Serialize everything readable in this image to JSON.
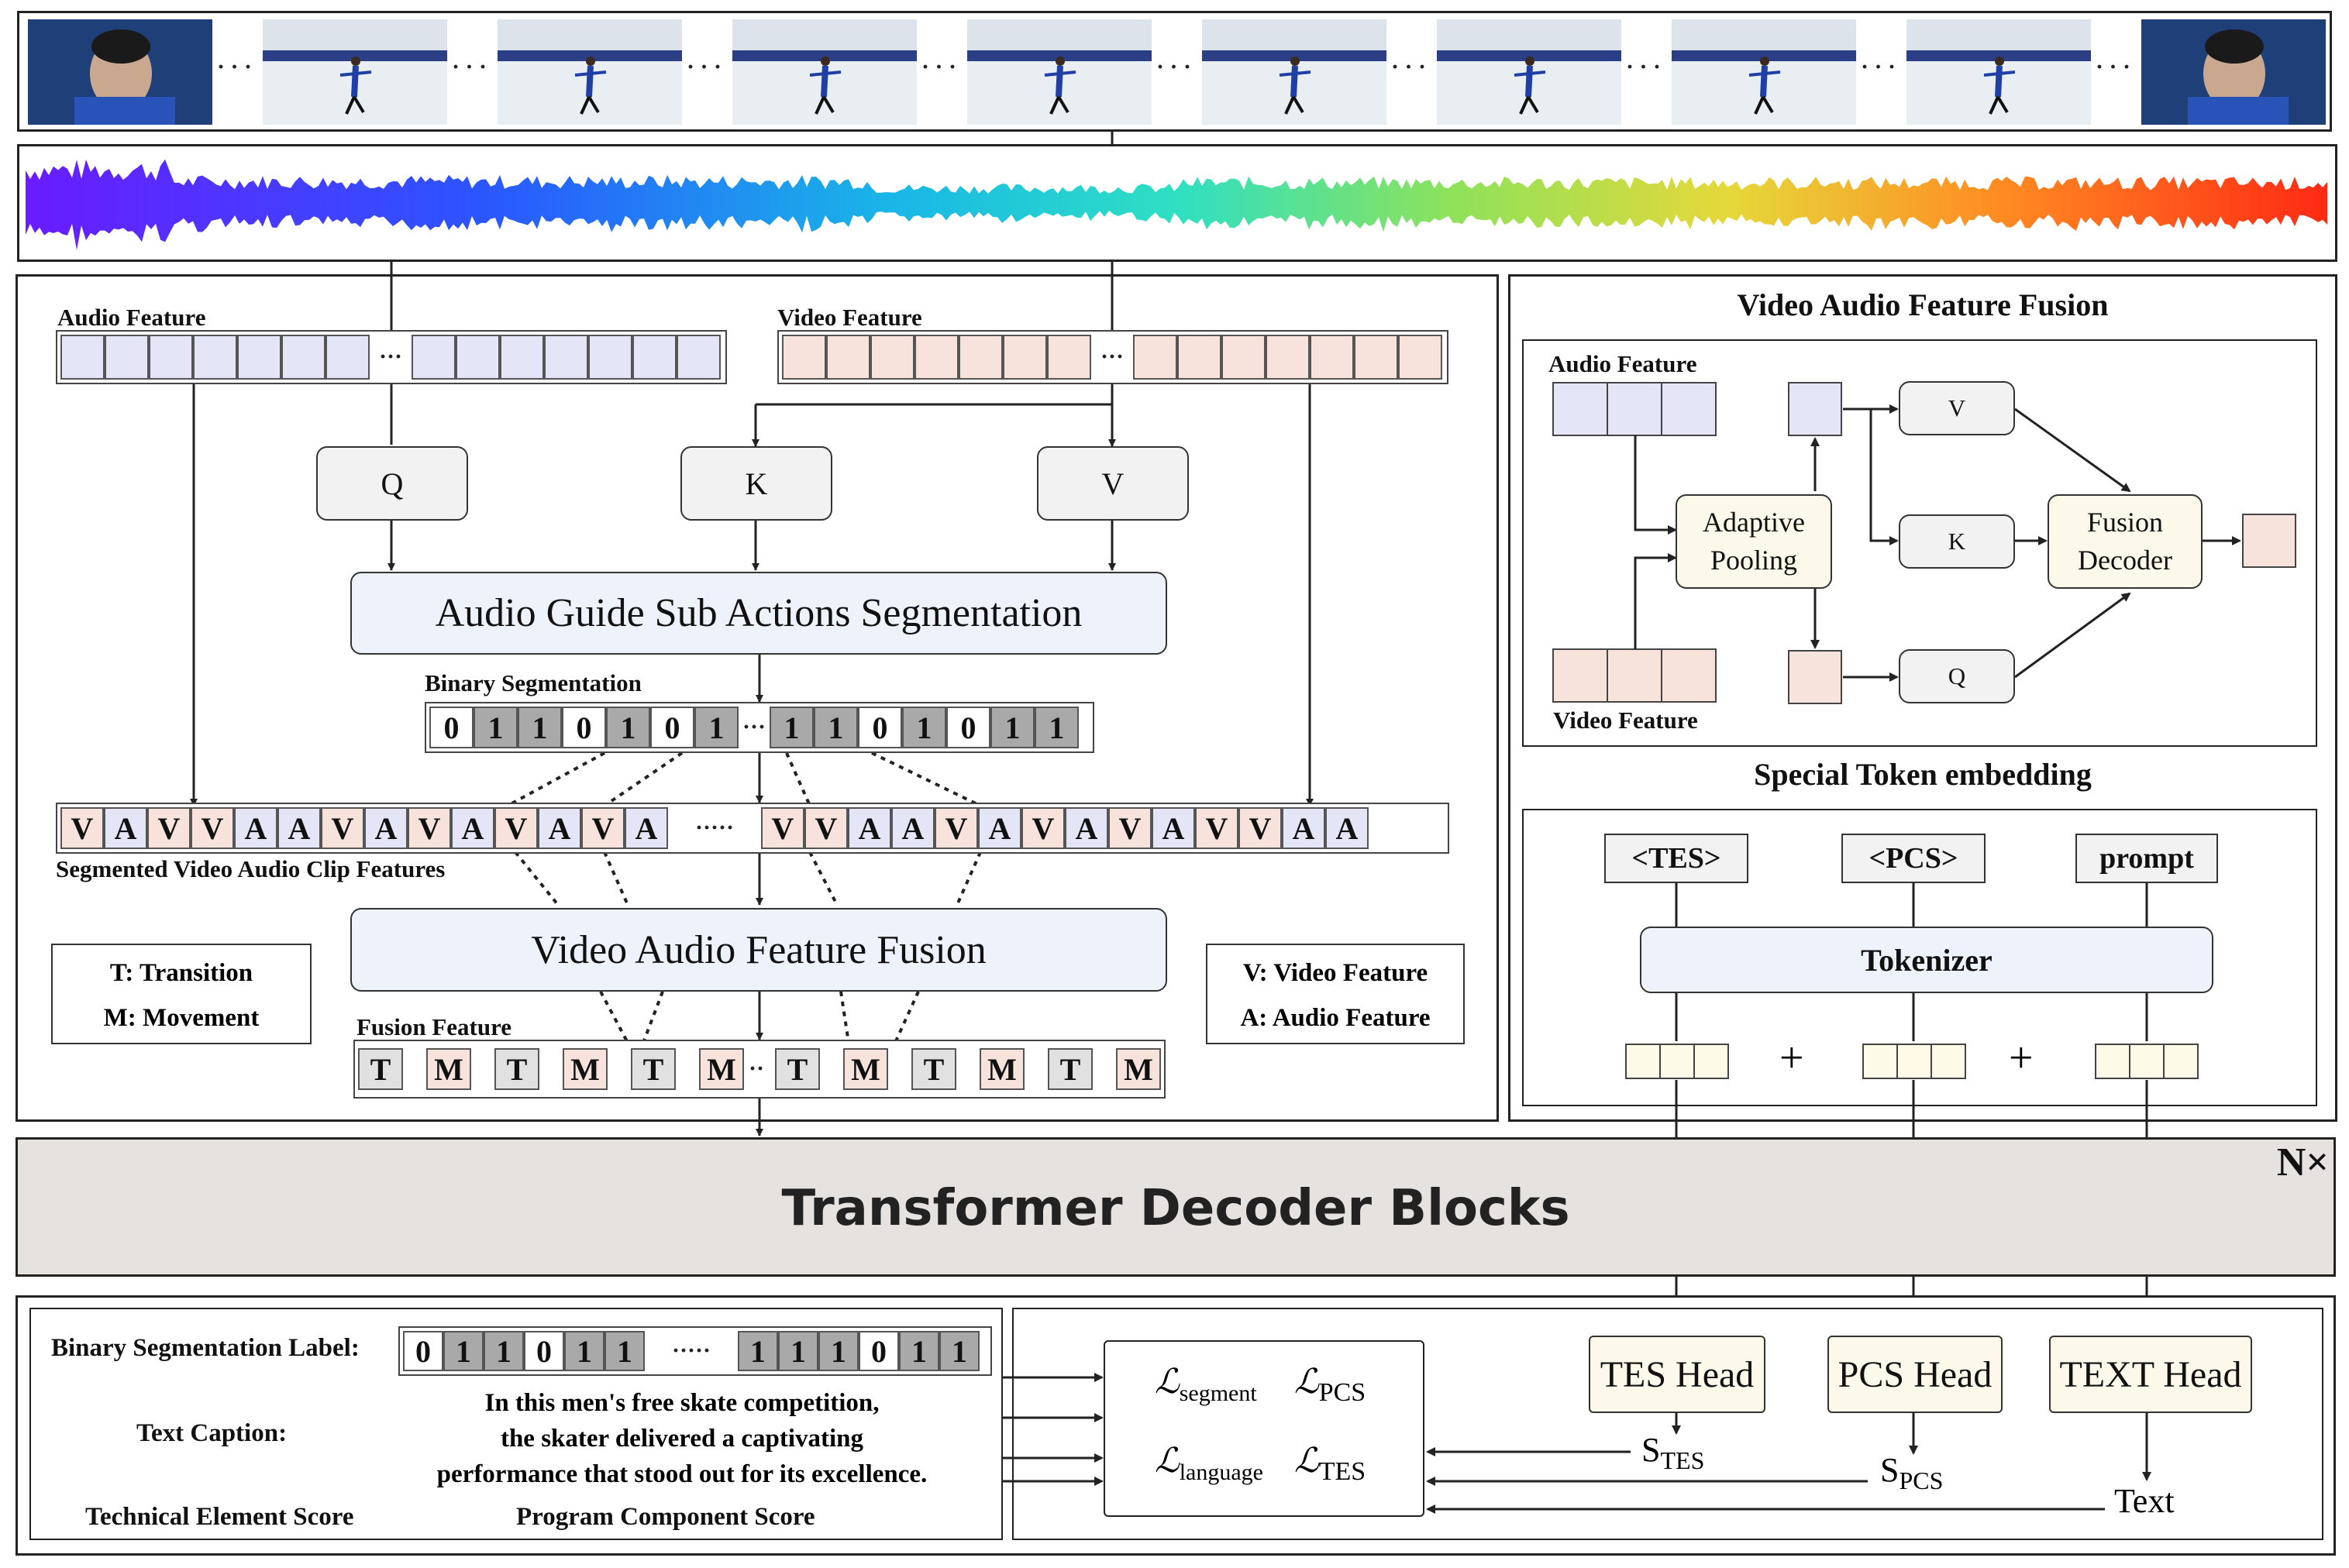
{
  "video_frames": {
    "count": 10
  },
  "audio_panel": {
    "title": "Audio Feature",
    "video_title": "Video Feature",
    "q": "Q",
    "k": "K",
    "v": "V",
    "seg_block": "Audio Guide Sub Actions Segmentation",
    "binary_seg_title": "Binary Segmentation",
    "binary_left": [
      "0",
      "1",
      "1",
      "0",
      "1",
      "0",
      "1"
    ],
    "binary_right": [
      "1",
      "1",
      "0",
      "1",
      "0",
      "1",
      "1"
    ],
    "clip_tokens_left": [
      "V",
      "A",
      "V",
      "V",
      "A",
      "A",
      "V",
      "A",
      "V",
      "A",
      "V",
      "A",
      "V",
      "A"
    ],
    "clip_tokens_right": [
      "V",
      "V",
      "A",
      "A",
      "V",
      "A",
      "V",
      "A",
      "V",
      "A",
      "V",
      "V",
      "A",
      "A"
    ],
    "clip_dots": "·····",
    "clip_title": "Segmented Video Audio Clip Features",
    "fusion_block": "Video Audio Feature Fusion",
    "fusion_title": "Fusion Feature",
    "fusion_left": [
      "T",
      "M",
      "T",
      "M",
      "T",
      "M"
    ],
    "fusion_right": [
      "T",
      "M",
      "T",
      "M",
      "T",
      "M"
    ],
    "legend_left": [
      "T: Transition",
      "M: Movement"
    ],
    "legend_right": [
      "V: Video Feature",
      "A: Audio Feature"
    ]
  },
  "fusion_panel": {
    "title": "Video Audio Feature Fusion",
    "audio_label": "Audio Feature",
    "video_label": "Video Feature",
    "pooling": "Adaptive Pooling",
    "v": "V",
    "k": "K",
    "q": "Q",
    "decoder": "Fusion Decoder"
  },
  "token_panel": {
    "title": "Special Token embedding",
    "tes": "<TES>",
    "pcs": "<PCS>",
    "prompt": "prompt",
    "tokenizer": "Tokenizer",
    "plus": "+"
  },
  "decoder": {
    "title": "Transformer Decoder Blocks",
    "repeat": "N×"
  },
  "bottom": {
    "binary_label": "Binary Segmentation Label:",
    "binary_left": [
      "0",
      "1",
      "1",
      "0",
      "1",
      "1"
    ],
    "binary_right": [
      "1",
      "1",
      "1",
      "0",
      "1",
      "1"
    ],
    "binary_dots": "·····",
    "caption_label": "Text Caption:",
    "caption_lines": [
      "In this men's free skate competition,",
      "the skater delivered a captivating",
      "performance that stood out for its excellence."
    ],
    "tes_label": "Technical Element Score",
    "pcs_label": "Program Component Score",
    "loss_seg_sub": "segment",
    "loss_pcs_sub": "PCS",
    "loss_lang_sub": "language",
    "loss_tes_sub": "TES",
    "tes_head": "TES Head",
    "pcs_head": "PCS Head",
    "text_head": "TEXT Head",
    "s_tes_sub": "TES",
    "s_pcs_sub": "PCS",
    "text_out": "Text"
  }
}
